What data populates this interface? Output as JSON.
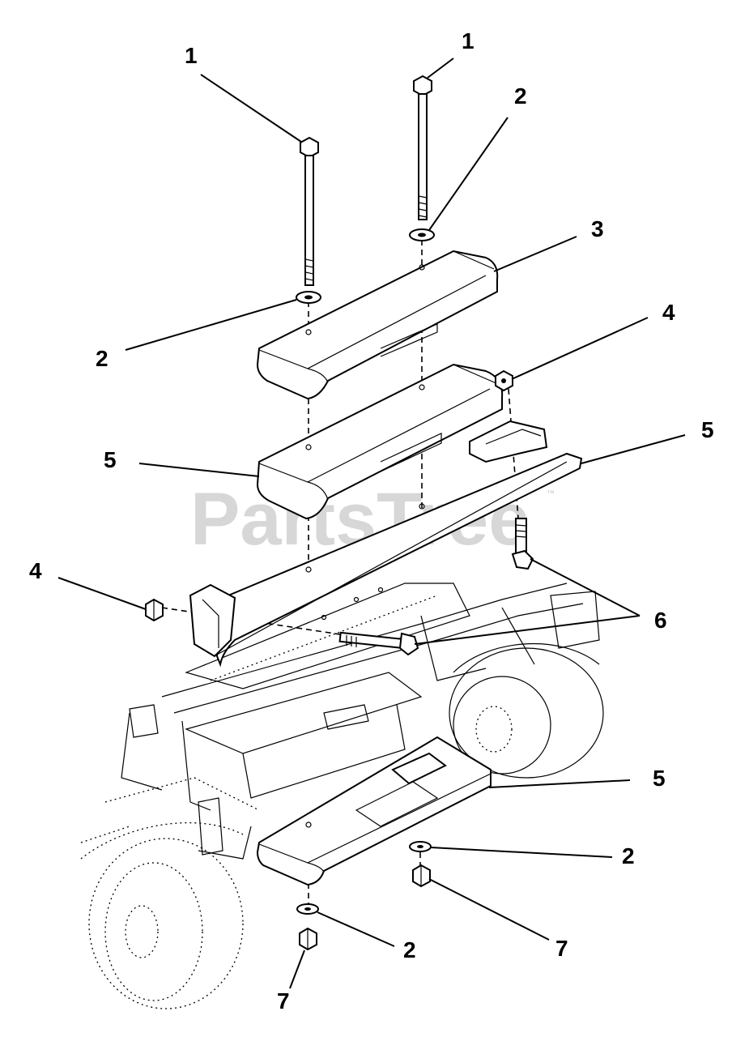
{
  "diagram": {
    "watermark": "PartsTree",
    "watermark_mark": "™",
    "callouts": [
      {
        "id": "c1a",
        "label": "1"
      },
      {
        "id": "c1b",
        "label": "1"
      },
      {
        "id": "c2a",
        "label": "2"
      },
      {
        "id": "c2b",
        "label": "2"
      },
      {
        "id": "c3",
        "label": "3"
      },
      {
        "id": "c4a",
        "label": "4"
      },
      {
        "id": "c5a",
        "label": "5"
      },
      {
        "id": "c5b",
        "label": "5"
      },
      {
        "id": "c4b",
        "label": "4"
      },
      {
        "id": "c6",
        "label": "6"
      },
      {
        "id": "c5c",
        "label": "5"
      },
      {
        "id": "c2c",
        "label": "2"
      },
      {
        "id": "c2d",
        "label": "2"
      },
      {
        "id": "c7a",
        "label": "7"
      },
      {
        "id": "c7b",
        "label": "7"
      }
    ]
  }
}
